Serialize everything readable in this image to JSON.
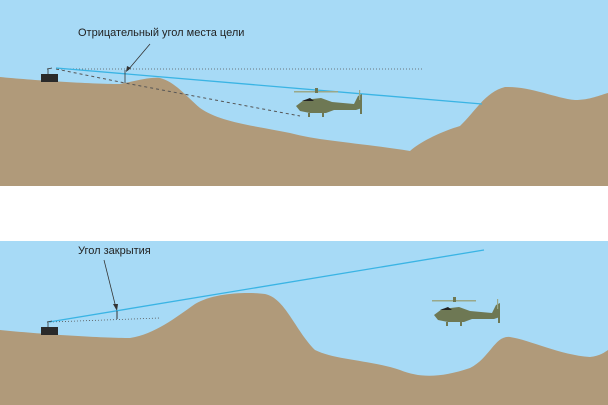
{
  "panels": [
    {
      "id": "negative-elevation",
      "label": "Отрицательный угол места цели"
    },
    {
      "id": "masking-angle",
      "label": "Угол закрытия"
    }
  ],
  "colors": {
    "sky": "#a7daf6",
    "ground": "#b09a7a",
    "beam": "#3ab4e4",
    "helicopter": "#6e7854",
    "radar": "#2a2a2a"
  }
}
